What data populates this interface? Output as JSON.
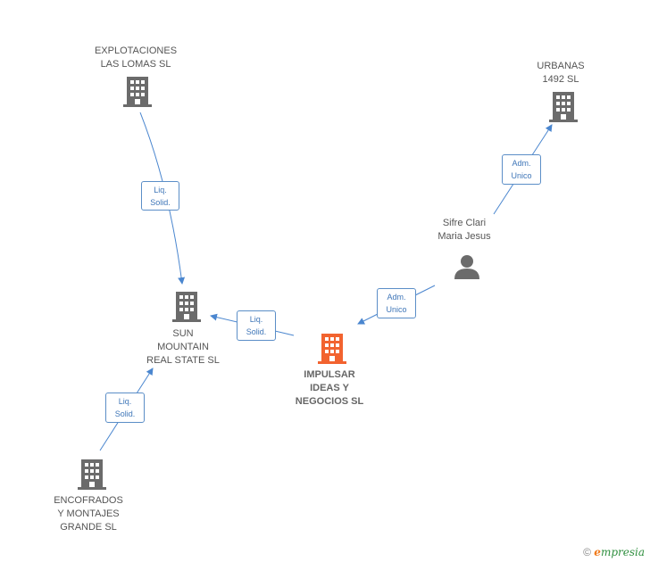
{
  "nodes": {
    "explotaciones": [
      "EXPLOTACIONES",
      "LAS LOMAS SL"
    ],
    "urbanas": [
      "URBANAS",
      "1492 SL"
    ],
    "sifre": [
      "Sifre Clari",
      "Maria Jesus"
    ],
    "sun_mountain": [
      "SUN",
      "MOUNTAIN",
      "REAL STATE SL"
    ],
    "impulsar": [
      "IMPULSAR",
      "IDEAS Y",
      "NEGOCIOS  SL"
    ],
    "encofrados": [
      "ENCOFRADOS",
      "Y MONTAJES",
      "GRANDE SL"
    ]
  },
  "edges": {
    "explotaciones_to_sun": [
      "Liq.",
      "Solid."
    ],
    "sifre_to_urbanas": [
      "Adm.",
      "Unico"
    ],
    "sifre_to_impulsar": [
      "Adm.",
      "Unico"
    ],
    "impulsar_to_sun": [
      "Liq.",
      "Solid."
    ],
    "encofrados_to_sun": [
      "Liq.",
      "Solid."
    ]
  },
  "colors": {
    "building": "#6b6b6b",
    "main_building": "#f2632f",
    "person": "#6b6b6b",
    "edge": "#4a86cf"
  },
  "footer": {
    "copyright": "©",
    "brand_e": "e",
    "brand_rest": "mpresia"
  }
}
